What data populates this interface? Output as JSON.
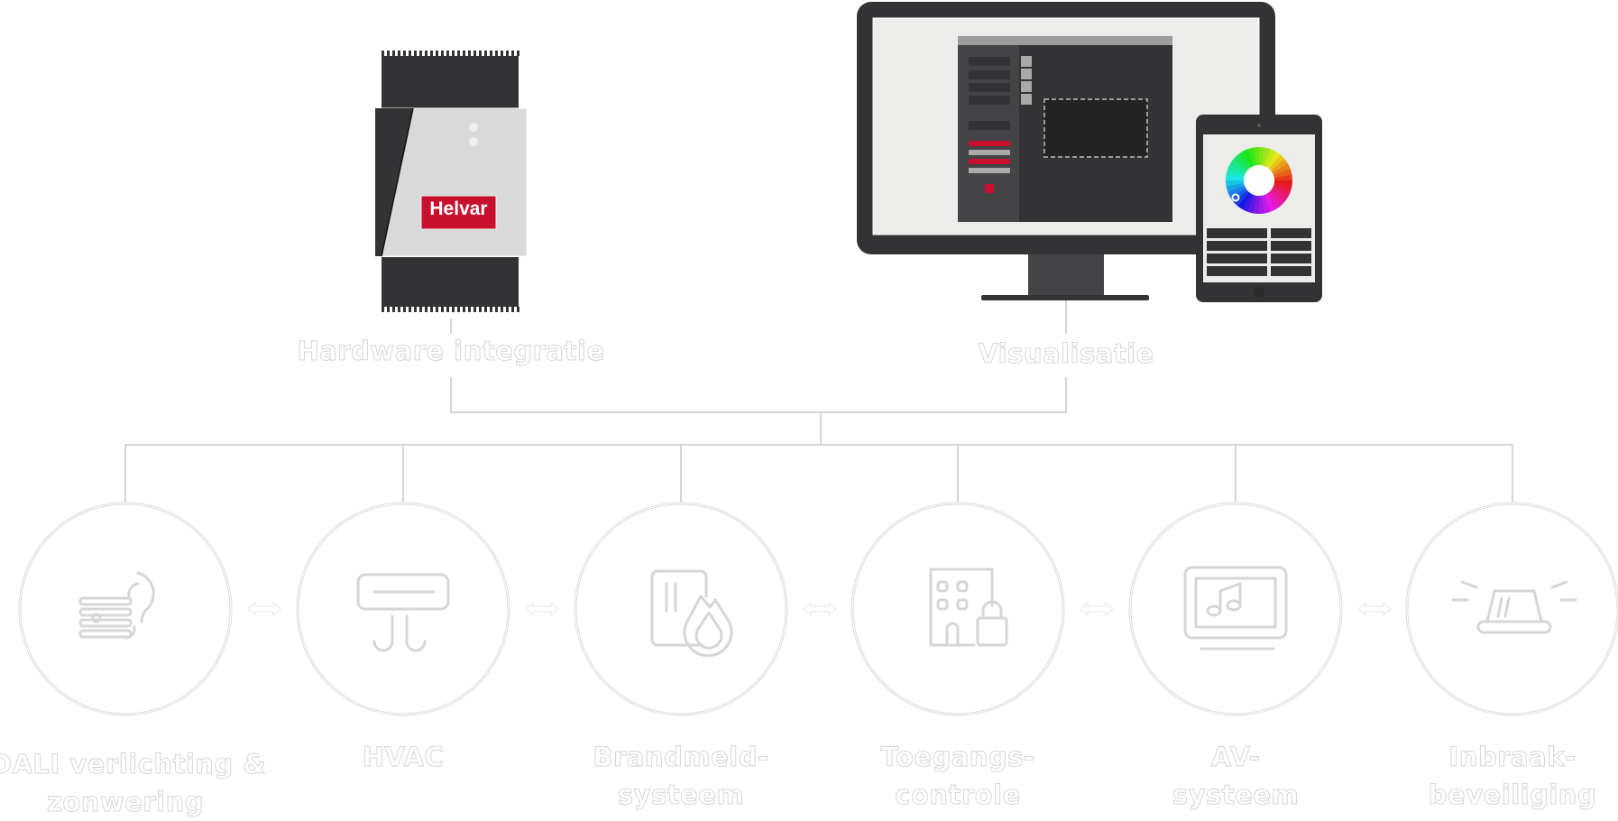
{
  "diagram": {
    "top_nodes": [
      {
        "id": "hardware",
        "label": "Hardware integratie",
        "icon": "helvar-router-device-icon",
        "brand_text": "Helvar"
      },
      {
        "id": "visualisation",
        "label": "Visualisatie",
        "icon": "monitor-and-tablet-icon"
      }
    ],
    "systems": [
      {
        "label_line1": "DALI verlichting &",
        "label_line2": "zonwering",
        "icon": "lighting-blinds-icon"
      },
      {
        "label_line1": "HVAC",
        "label_line2": "",
        "icon": "air-conditioner-icon"
      },
      {
        "label_line1": "Brandmeld-",
        "label_line2": "systeem",
        "icon": "fire-alarm-icon"
      },
      {
        "label_line1": "Toegangs-",
        "label_line2": "controle",
        "icon": "building-lock-icon"
      },
      {
        "label_line1": "AV-",
        "label_line2": "systeem",
        "icon": "screen-music-icon"
      },
      {
        "label_line1": "Inbraak-",
        "label_line2": "beveiliging",
        "icon": "alarm-beacon-icon"
      }
    ],
    "connector_icon": "double-arrow-icon",
    "colors": {
      "brand_red": "#c8102e",
      "device_dark": "#333336",
      "device_light": "#d9d9d9",
      "line": "#d6d6d6"
    }
  }
}
